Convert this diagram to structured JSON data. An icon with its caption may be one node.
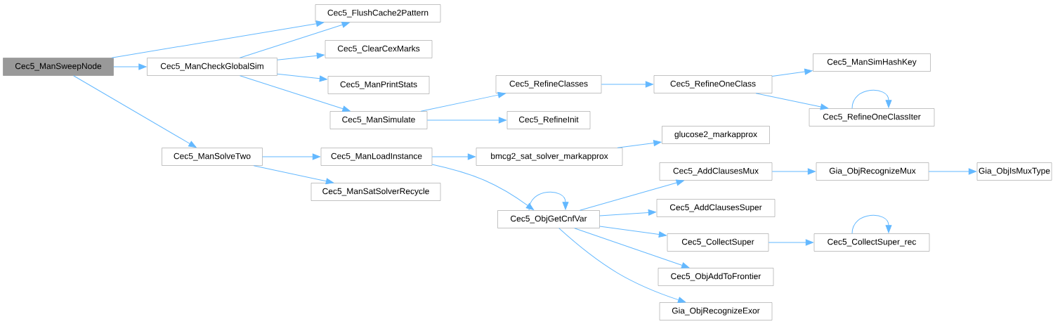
{
  "diagram": {
    "nodes": [
      {
        "text": [
          "Cec5_ManSweepNode"
        ]
      },
      {
        "text": [
          "Cec5_ManCheckGlobalSim"
        ]
      },
      {
        "text": [
          "Cec5_FlushCache2Pattern"
        ]
      },
      {
        "text": [
          "Cec5_ClearCexMarks"
        ]
      },
      {
        "text": [
          "Cec5_ManPrintStats"
        ]
      },
      {
        "text": [
          "Cec5_ManSimulate"
        ]
      },
      {
        "text": [
          "Cec5_ManSolveTwo"
        ]
      },
      {
        "text": [
          "Cec5_ManLoadInstance"
        ]
      },
      {
        "text": [
          "Cec5_ManSatSolverRecycle"
        ]
      },
      {
        "text": [
          "Cec5_RefineClasses"
        ]
      },
      {
        "text": [
          "Cec5_RefineInit"
        ]
      },
      {
        "text": [
          "Cec5_RefineOneClass"
        ]
      },
      {
        "text": [
          "Cec5_ManSimHashKey"
        ]
      },
      {
        "text": [
          "Cec5_RefineOneClassIter"
        ]
      },
      {
        "text": [
          "bmcg2_sat_solver_markapprox"
        ]
      },
      {
        "text": [
          "glucose2_markapprox"
        ]
      },
      {
        "text": [
          "Cec5_ObjGetCnfVar"
        ]
      },
      {
        "text": [
          "Cec5_AddClausesMux"
        ]
      },
      {
        "text": [
          "Cec5_AddClausesSuper"
        ]
      },
      {
        "text": [
          "Cec5_CollectSuper"
        ]
      },
      {
        "text": [
          "Cec5_ObjAddToFrontier"
        ]
      },
      {
        "text": [
          "Gia_ObjRecognizeExor"
        ]
      },
      {
        "text": [
          "Gia_ObjRecognizeMux"
        ]
      },
      {
        "text": [
          "Gia_ObjIsMuxType"
        ]
      },
      {
        "text": [
          "Cec5_CollectSuper_rec"
        ]
      }
    ],
    "edges": [
      {
        "from": 0,
        "to": 2,
        "arrow": "to"
      },
      {
        "from": 0,
        "to": 1,
        "arrow": "to"
      },
      {
        "from": 0,
        "to": 6,
        "arrow": "to"
      },
      {
        "from": 1,
        "to": 2,
        "arrow": "to"
      },
      {
        "from": 1,
        "to": 3,
        "arrow": "to"
      },
      {
        "from": 1,
        "to": 4,
        "arrow": "to"
      },
      {
        "from": 1,
        "to": 5,
        "arrow": "to"
      },
      {
        "from": 5,
        "to": 9,
        "arrow": "to"
      },
      {
        "from": 5,
        "to": 10,
        "arrow": "to"
      },
      {
        "from": 9,
        "to": 11,
        "arrow": "to"
      },
      {
        "from": 11,
        "to": 12,
        "arrow": "to"
      },
      {
        "from": 11,
        "to": 13,
        "arrow": "to"
      },
      {
        "from": 13,
        "to": 13,
        "arrow": "to"
      },
      {
        "from": 6,
        "to": 7,
        "arrow": "to"
      },
      {
        "from": 6,
        "to": 8,
        "arrow": "to"
      },
      {
        "from": 7,
        "to": 14,
        "arrow": "to"
      },
      {
        "from": 7,
        "to": 16,
        "arrow": "to"
      },
      {
        "from": 14,
        "to": 15,
        "arrow": "to"
      },
      {
        "from": 16,
        "to": 16,
        "arrow": "to"
      },
      {
        "from": 16,
        "to": 17,
        "arrow": "to"
      },
      {
        "from": 16,
        "to": 18,
        "arrow": "to"
      },
      {
        "from": 16,
        "to": 19,
        "arrow": "to"
      },
      {
        "from": 16,
        "to": 20,
        "arrow": "to"
      },
      {
        "from": 16,
        "to": 21,
        "arrow": "to"
      },
      {
        "from": 17,
        "to": 22,
        "arrow": "to"
      },
      {
        "from": 22,
        "to": 23,
        "arrow": "to"
      },
      {
        "from": 19,
        "to": 24,
        "arrow": "to"
      },
      {
        "from": 24,
        "to": 24,
        "arrow": "to"
      }
    ]
  }
}
